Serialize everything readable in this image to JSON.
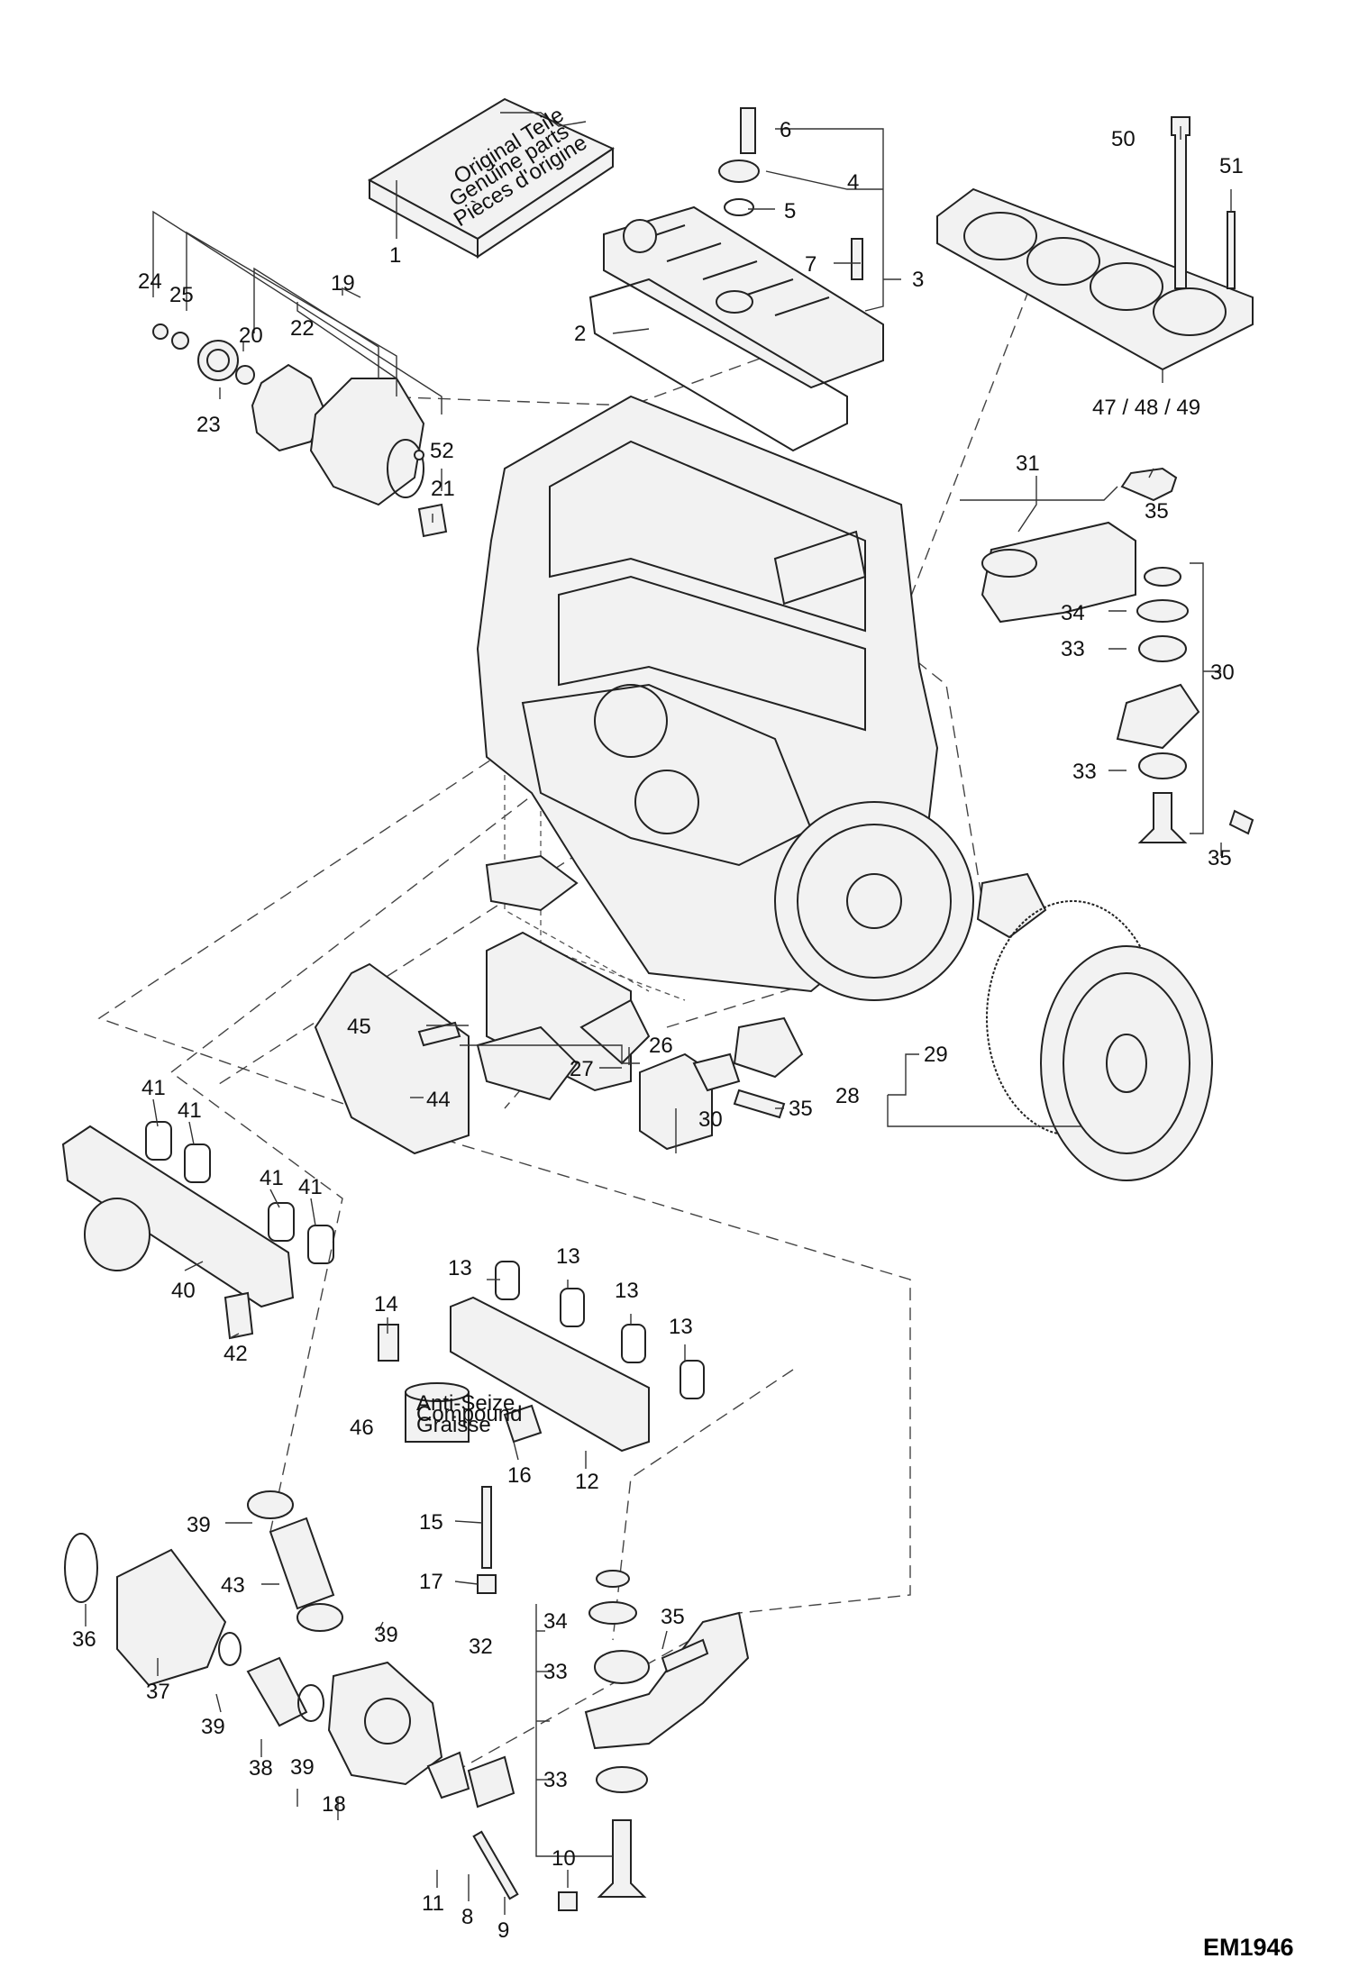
{
  "drawing_code": "EM1946",
  "package_text": [
    "Original Teile",
    "Genuine parts",
    "Pièces d'origine"
  ],
  "sealant_text": [
    "Anti-Seize",
    "Compound",
    "Graisse"
  ],
  "callouts": [
    "1",
    "2",
    "3",
    "4",
    "5",
    "6",
    "7",
    "8",
    "9",
    "10",
    "11",
    "12",
    "13",
    "13",
    "13",
    "13",
    "14",
    "15",
    "16",
    "17",
    "18",
    "19",
    "20",
    "21",
    "22",
    "23",
    "24",
    "25",
    "26",
    "27",
    "28",
    "29",
    "30",
    "30",
    "30",
    "31",
    "32",
    "33",
    "33",
    "33",
    "33",
    "33",
    "34",
    "34",
    "35",
    "35",
    "35",
    "35",
    "35",
    "36",
    "37",
    "38",
    "39",
    "39",
    "39",
    "39",
    "39",
    "40",
    "41",
    "41",
    "41",
    "41",
    "42",
    "43",
    "44",
    "45",
    "46",
    "47 / 48 / 49",
    "50",
    "51",
    "52"
  ]
}
